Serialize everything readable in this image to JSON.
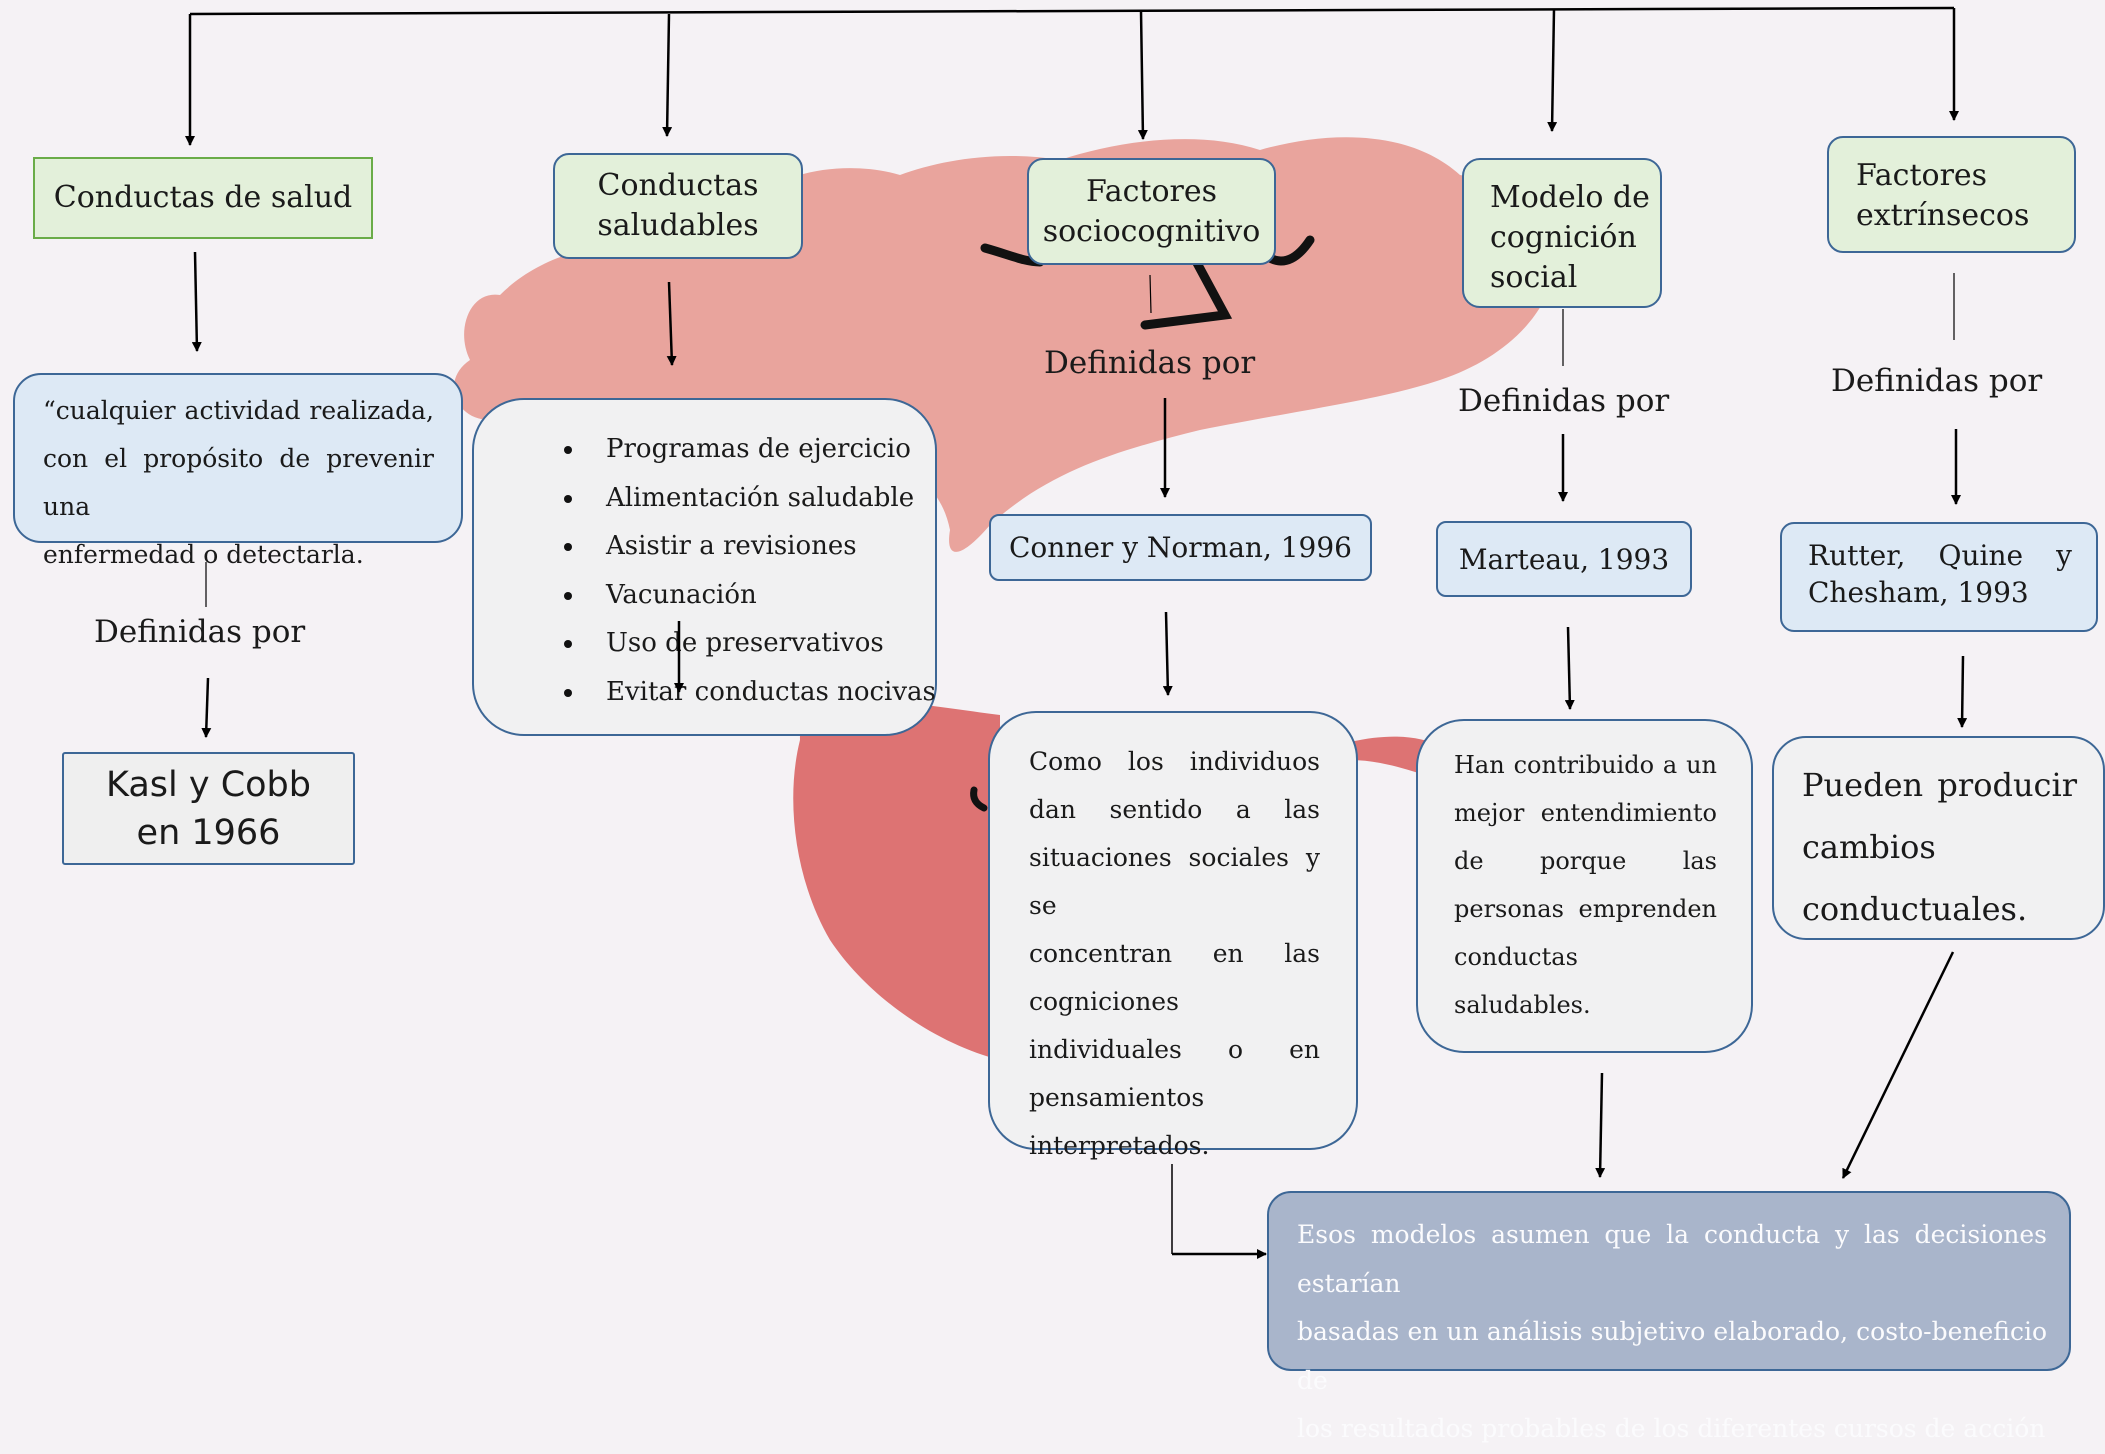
{
  "nodes": {
    "conductas_salud": "Conductas de salud",
    "conductas_saludables": [
      "Conductas",
      "saludables"
    ],
    "factores_socio": [
      "Factores",
      "sociocognitivo"
    ],
    "modelo_cognicion": [
      "Modelo de",
      "cognición",
      "social"
    ],
    "factores_extrinsecos": [
      "Factores",
      "extrínsecos"
    ]
  },
  "connector_label": "Definidas por",
  "definitions": {
    "conductas_salud": [
      "“cualquier actividad realizada,",
      "con el propósito de prevenir una",
      "enfermedad o detectarla."
    ],
    "conductas_saludables": [
      "Programas de ejercicio",
      "Alimentación saludable",
      "Asistir a revisiones",
      "Vacunación",
      "Uso de preservativos",
      "Evitar conductas nocivas"
    ],
    "factores_socio": [
      "Como los individuos",
      "dan sentido a las",
      "situaciones sociales y se",
      "concentran en las",
      "cogniciones",
      "individuales o en",
      "pensamientos",
      "interpretados."
    ],
    "modelo_cognicion": [
      "Han contribuido a un",
      "mejor entendimiento",
      "de porque las",
      "personas emprenden",
      "conductas saludables."
    ],
    "factores_extrinsecos": [
      "Pueden producir",
      "cambios",
      "conductuales."
    ]
  },
  "authors": {
    "conductas_salud": [
      "Kasl y Cobb",
      "en 1966"
    ],
    "factores_socio": "Conner y Norman, 1996",
    "modelo_cognicion": "Marteau, 1993",
    "factores_extrinsecos": [
      "Rutter, Quine y",
      "Chesham, 1993"
    ]
  },
  "conclusion": [
    "Esos modelos asumen que la conducta y las decisiones estarían",
    "basadas en un análisis subjetivo elaborado, costo-beneficio de",
    "los resultados probables de los diferentes cursos de acción"
  ],
  "colors": {
    "box_border": "#3d6796",
    "green_fill": "#e3f0da",
    "blue_fill": "#dde9f5",
    "grey_fill": "#f1f1f2",
    "conclusion_fill": "#a9b5cb",
    "brain_pink": "#e9a49d",
    "brain_red": "#dd7373"
  }
}
